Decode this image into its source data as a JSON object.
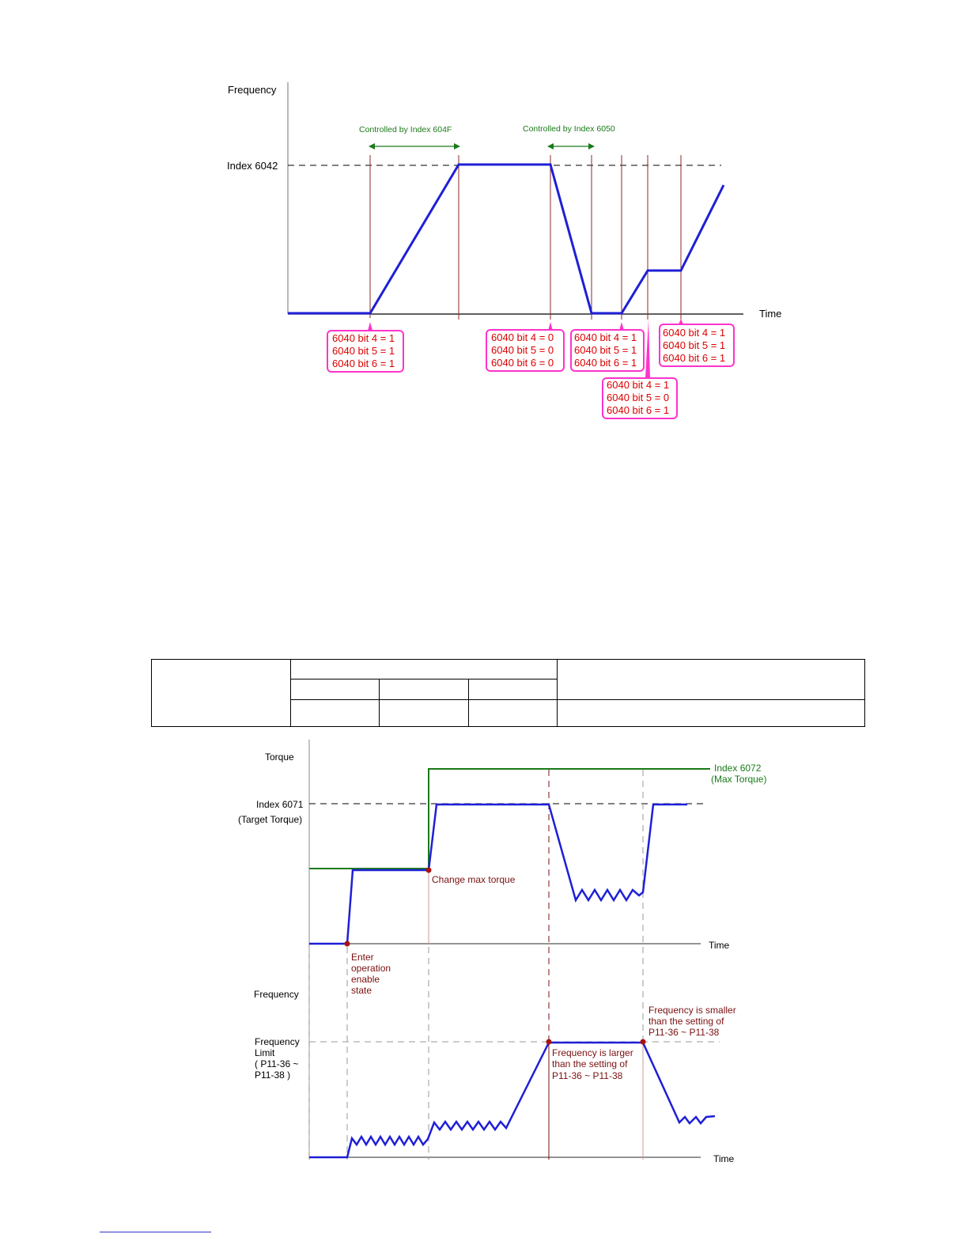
{
  "diagram1": {
    "y_axis_label": "Frequency",
    "x_axis_label": "Time",
    "level_label": "Index 6042",
    "arrow_labels": [
      "Controlled by Index 604F",
      "Controlled by Index 6050"
    ],
    "bit_boxes": [
      [
        "6040 bit 4 = 1",
        "6040 bit 5 = 1",
        "6040 bit 6 = 1"
      ],
      [
        "6040 bit 4 = 0",
        "6040 bit 5 = 0",
        "6040 bit 6 = 0"
      ],
      [
        "6040 bit 4 = 1",
        "6040 bit 5 = 1",
        "6040 bit 6 = 1"
      ],
      [
        "6040 bit 4 = 1",
        "6040 bit 5 = 0",
        "6040 bit 6 = 1"
      ],
      [
        "6040 bit 4 = 1",
        "6040 bit 5 = 1",
        "6040 bit 6 = 1"
      ]
    ]
  },
  "diagram2": {
    "torque_axis_label": "Torque",
    "time_label_top": "Time",
    "target_torque_label": [
      "Index 6071",
      "(Target Torque)"
    ],
    "max_torque_label": [
      "Index 6072",
      "(Max Torque)"
    ],
    "change_max_torque": "Change max torque",
    "enter_operation": [
      "Enter",
      "operation",
      "enable",
      "state"
    ],
    "frequency_axis_label": "Frequency",
    "frequency_limit_label": [
      "Frequency",
      "Limit",
      "( P11-36 ~",
      "P11-38 )"
    ],
    "freq_larger_note": [
      "Frequency is larger",
      "than the setting of",
      "P11-36 ~ P11-38"
    ],
    "freq_smaller_note": [
      "Frequency is smaller",
      "than the setting of",
      "P11-36 ~ P11-38"
    ],
    "time_label_bottom": "Time"
  },
  "colors": {
    "signal": "#1f1fd6",
    "green": "#1a7a1a",
    "magenta": "#ff33cc",
    "red_text": "#dd0000",
    "dark_red": "#7a1010",
    "vline": "#8b2a2a"
  }
}
